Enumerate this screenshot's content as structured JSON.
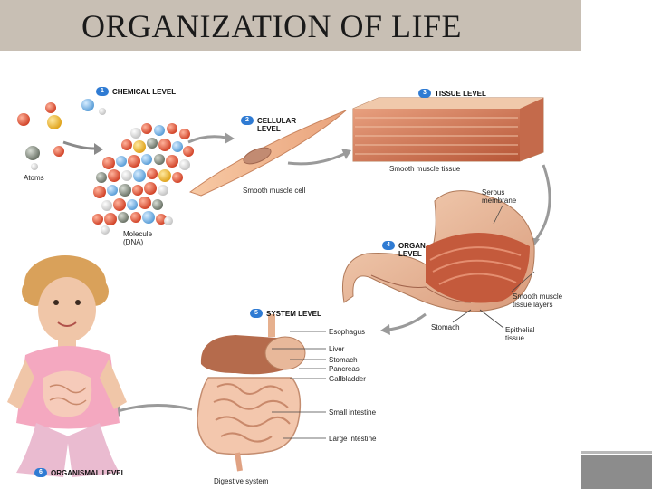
{
  "slide": {
    "title": "ORGANIZATION OF LIFE"
  },
  "levels": [
    {
      "number": "1",
      "name": "CHEMICAL LEVEL"
    },
    {
      "number": "2",
      "name_line1": "CELLULAR",
      "name_line2": "LEVEL"
    },
    {
      "number": "3",
      "name": "TISSUE LEVEL"
    },
    {
      "number": "4",
      "name_line1": "ORGAN",
      "name_line2": "LEVEL"
    },
    {
      "number": "5",
      "name": "SYSTEM LEVEL"
    },
    {
      "number": "6",
      "name": "ORGANISMAL LEVEL"
    }
  ],
  "labels": {
    "atoms": "Atoms",
    "molecule_line1": "Molecule",
    "molecule_line2": "(DNA)",
    "smooth_muscle_cell": "Smooth muscle cell",
    "smooth_muscle_tissue": "Smooth muscle tissue",
    "serous_line1": "Serous",
    "serous_line2": "membrane",
    "smooth_muscle_layers_line1": "Smooth muscle",
    "smooth_muscle_layers_line2": "tissue layers",
    "stomach": "Stomach",
    "epithelial_line1": "Epithelial",
    "epithelial_line2": "tissue",
    "esophagus": "Esophagus",
    "liver": "Liver",
    "system_stomach": "Stomach",
    "pancreas": "Pancreas",
    "gallbladder": "Gallbladder",
    "small_intestine": "Small intestine",
    "large_intestine": "Large intestine",
    "digestive_system": "Digestive system"
  },
  "colors": {
    "title_bar": "#c8bfb4",
    "level_badge": "#2f7bd3",
    "muscle": "#c8674a",
    "skin": "#f0c6a8",
    "shirt": "#f4a8c0",
    "hair": "#d9a15a"
  }
}
